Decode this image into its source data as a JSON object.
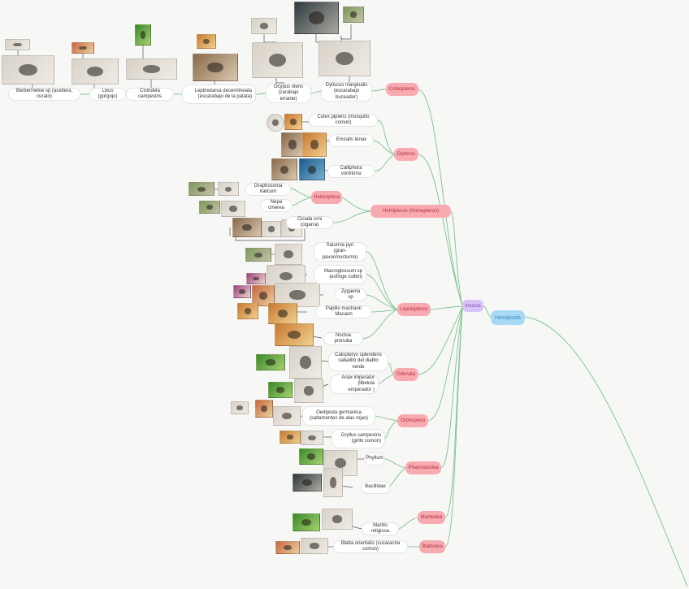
{
  "root": {
    "label": "Hexapoda"
  },
  "class_node": {
    "label": "Insecta"
  },
  "orders": [
    {
      "label": "Coleopteros"
    },
    {
      "label": "Dipteros"
    },
    {
      "label": "Hemipteros (Homopteros)"
    },
    {
      "label": "Heteroptera"
    },
    {
      "label": "Lepidopteros"
    },
    {
      "label": "Odonata"
    },
    {
      "label": "Orphoptero"
    },
    {
      "label": "Phasmatodea"
    },
    {
      "label": "Mantodea"
    },
    {
      "label": "Blattodea"
    }
  ],
  "species": [
    {
      "label": "Dytiscus marginalis\n(escarabajo buceador)"
    },
    {
      "label": "Ocypus olens\n(carabajo errante)"
    },
    {
      "label": "Leptinotarsa decemlineata\n(escarabajo de la patata)"
    },
    {
      "label": "Cicindela campestris"
    },
    {
      "label": "Lixus (gorgojo)"
    },
    {
      "label": "Berbermeloe sp (aceitera, curato)"
    },
    {
      "label": "Culex pipiens (mosquito comun)"
    },
    {
      "label": "Eristalis tenax"
    },
    {
      "label": "Calliphora vomitoria"
    },
    {
      "label": "Graphosoma italicum"
    },
    {
      "label": "Nepa cinerea"
    },
    {
      "label": "Cicada orni  (cigarra)"
    },
    {
      "label": "Saturnia pyri\n(gran-pavon/nocturno)"
    },
    {
      "label": "Macroglossum sp\n(esfinge colibri)"
    },
    {
      "label": "Zygaena sp"
    },
    {
      "label": "Papilio machaon Macaon"
    },
    {
      "label": "Noctua pronuba"
    },
    {
      "label": "Calopteryx splendens\ncaballito del diablo verde"
    },
    {
      "label": "Anax imperator\n(libelula emperador )"
    },
    {
      "label": "Oedipoda germanica\n(saltamontes de alas rojas)"
    },
    {
      "label": "Gryllus campestris\n(grillo común)"
    },
    {
      "label": "Phyllum"
    },
    {
      "label": "Bacillidae"
    },
    {
      "label": "Mantis religiosa"
    },
    {
      "label": "Blatta orientalis (cucaracha común)"
    }
  ],
  "colors": {
    "branch": "#7cc48c",
    "connector": "#555555",
    "order_bg": "#f8aab1",
    "root_bg": "#a8daf5",
    "class_bg": "#d9c2f5"
  }
}
